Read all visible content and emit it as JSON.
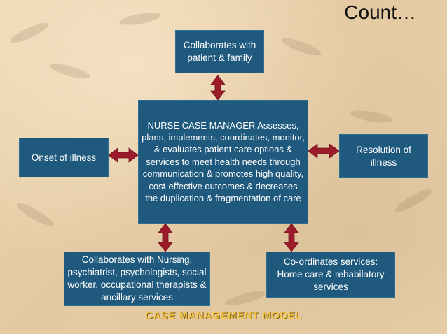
{
  "title": "Count…",
  "boxes": {
    "top": "Collaborates with patient & family",
    "center": "NURSE CASE MANAGER Assesses, plans, implements, coordinates, monitor, & evaluates patient care options & services to meet health needs through communication & promotes high quality, cost-effective outcomes & decreases the duplication & fragmentation of care",
    "left": "Onset of illness",
    "right": "Resolution of illness",
    "bottom_left": "Collaborates with Nursing, psychiatrist, psychologists, social worker, occupational therapists & ancillary services",
    "bottom_right": "Co-ordinates services: Home care & rehabilatory services"
  },
  "caption": "CASE MANAGEMENT MODEL",
  "colors": {
    "box": "#1f5a7e",
    "arrow": "#9b1b2a",
    "caption": "#f2c64a"
  }
}
